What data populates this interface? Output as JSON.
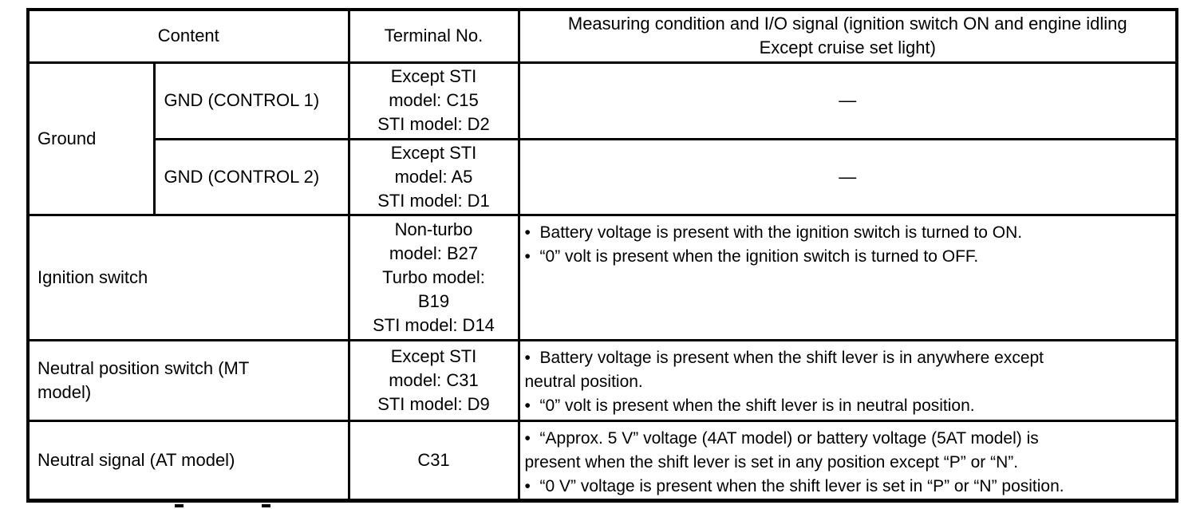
{
  "table": {
    "header": {
      "content": "Content",
      "terminal": "Terminal No.",
      "measuring": "Measuring condition and I/O signal (ignition switch ON and engine idling\nExcept cruise set light)"
    },
    "rows": [
      {
        "group": "Ground",
        "content": "GND (CONTROL 1)",
        "terminal": "Except STI\nmodel: C15\nSTI model: D2",
        "measuring": "—"
      },
      {
        "content": "GND (CONTROL 2)",
        "terminal": "Except STI\nmodel: A5\nSTI model: D1",
        "measuring": "—"
      },
      {
        "content": "Ignition switch",
        "terminal": "Non-turbo\nmodel: B27\nTurbo model:\nB19\nSTI model: D14",
        "bullets": [
          "•  Battery voltage is present with the ignition switch is turned to ON.",
          "•  “0” volt is present when the ignition switch is turned to OFF."
        ]
      },
      {
        "content": "Neutral position switch (MT\nmodel)",
        "terminal": "Except STI\nmodel: C31\nSTI model: D9",
        "bullets": [
          "•  Battery voltage is present when the shift lever is in anywhere except\nneutral position.",
          "•  “0” volt is present when the shift lever is in neutral position."
        ]
      },
      {
        "content": "Neutral signal (AT model)",
        "terminal": "C31",
        "bullets": [
          "•  “Approx. 5 V” voltage (4AT model) or battery voltage (5AT model) is\npresent when the shift lever is set in any position except “P” or “N”.",
          "•  “0 V” voltage is present when the shift lever is set in “P” or “N” position."
        ]
      }
    ]
  }
}
